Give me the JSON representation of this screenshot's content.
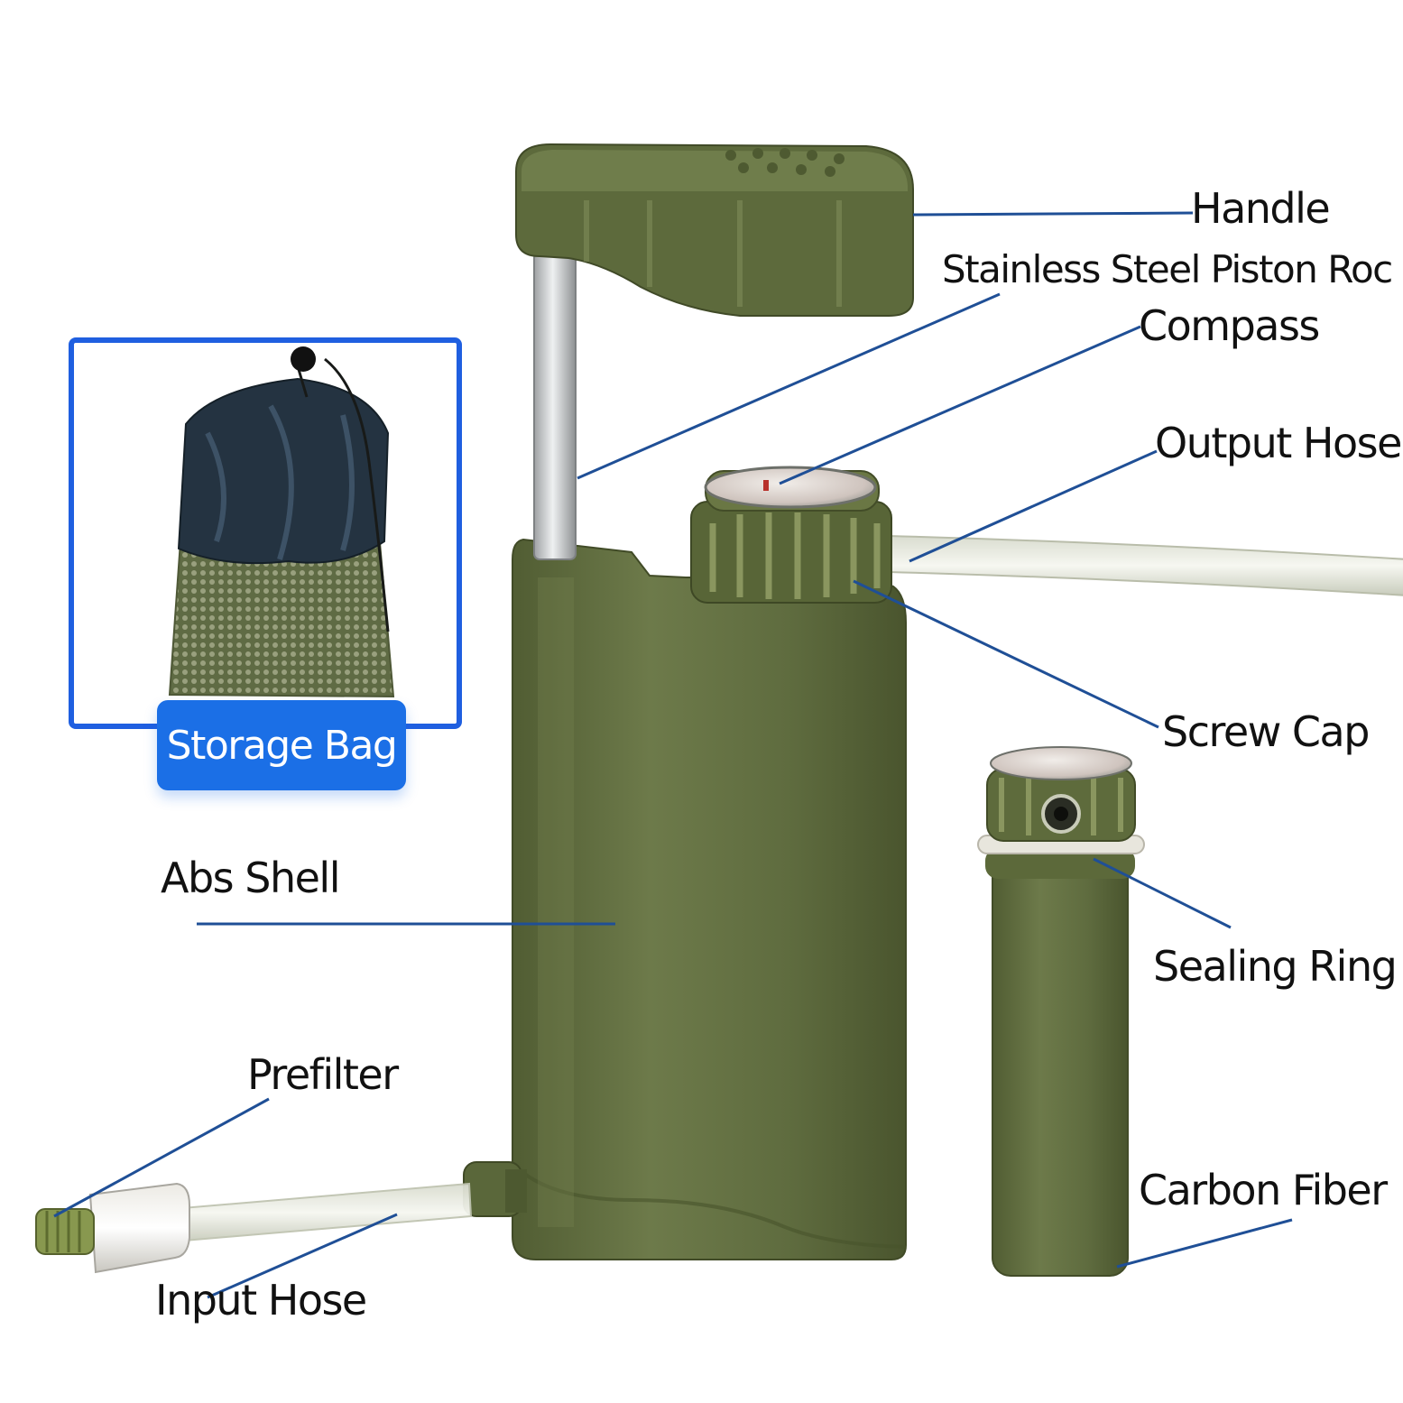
{
  "labels": {
    "handle": "Handle",
    "piston_rod": "Stainless Steel Piston Roc",
    "compass": "Compass",
    "output_hose": "Output Hose",
    "screw_cap": "Screw Cap",
    "abs_shell": "Abs Shell",
    "sealing_ring": "Sealing Ring",
    "prefilter": "Prefilter",
    "carbon_fiber": "Carbon Fiber",
    "input_hose": "Input Hose",
    "storage_bag": "Storage Bag"
  },
  "colors": {
    "body_green": "#5e6b3e",
    "leader_line": "#1f4f96",
    "badge_blue": "#1b6fe6"
  }
}
